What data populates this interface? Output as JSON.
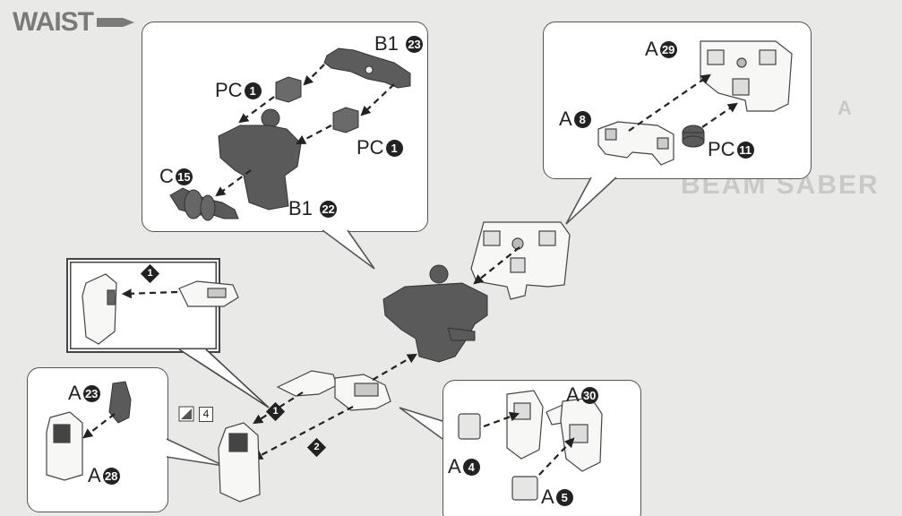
{
  "section_title": "WAIST",
  "background_text": {
    "beam_saber": "BEAM SABER",
    "a_badge": "A"
  },
  "callout_top": {
    "labels": {
      "b1_23": "B1",
      "b1_22": "B1",
      "pc1_a": "PC",
      "pc1_b": "PC",
      "c15": "C"
    },
    "numbers": {
      "b1_23": "23",
      "b1_22": "22",
      "pc1_a": "1",
      "pc1_b": "1",
      "c15": "15"
    }
  },
  "callout_right": {
    "labels": {
      "a29": "A",
      "a8": "A",
      "pc11": "PC"
    },
    "numbers": {
      "a29": "29",
      "a8": "8",
      "pc11": "11"
    }
  },
  "callout_step1": {
    "step": "1"
  },
  "callout_left": {
    "labels": {
      "a23": "A",
      "a28": "A"
    },
    "numbers": {
      "a23": "23",
      "a28": "28"
    }
  },
  "callout_bottom_right": {
    "labels": {
      "a30": "A",
      "a4": "A",
      "a5": "A"
    },
    "numbers": {
      "a30": "30",
      "a4": "4",
      "a5": "5"
    }
  },
  "marker": {
    "box_number": "4"
  },
  "steps": {
    "s1": "1",
    "s2": "2"
  }
}
